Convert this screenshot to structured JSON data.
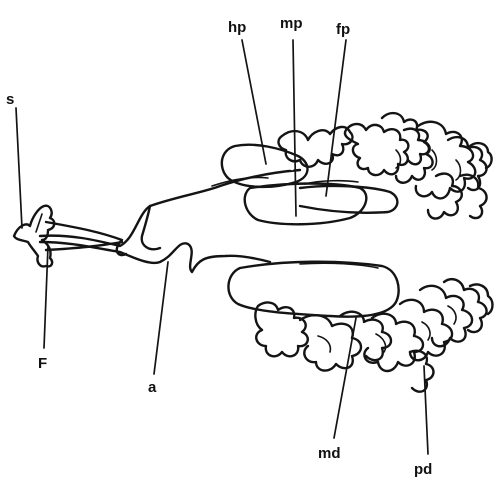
{
  "labels": {
    "s": "s",
    "F": "F",
    "a": "a",
    "hp": "hp",
    "mp": "mp",
    "fp": "fp",
    "md": "md",
    "pd": "pd"
  },
  "colors": {
    "ink": "#141414",
    "background": "#ffffff"
  }
}
